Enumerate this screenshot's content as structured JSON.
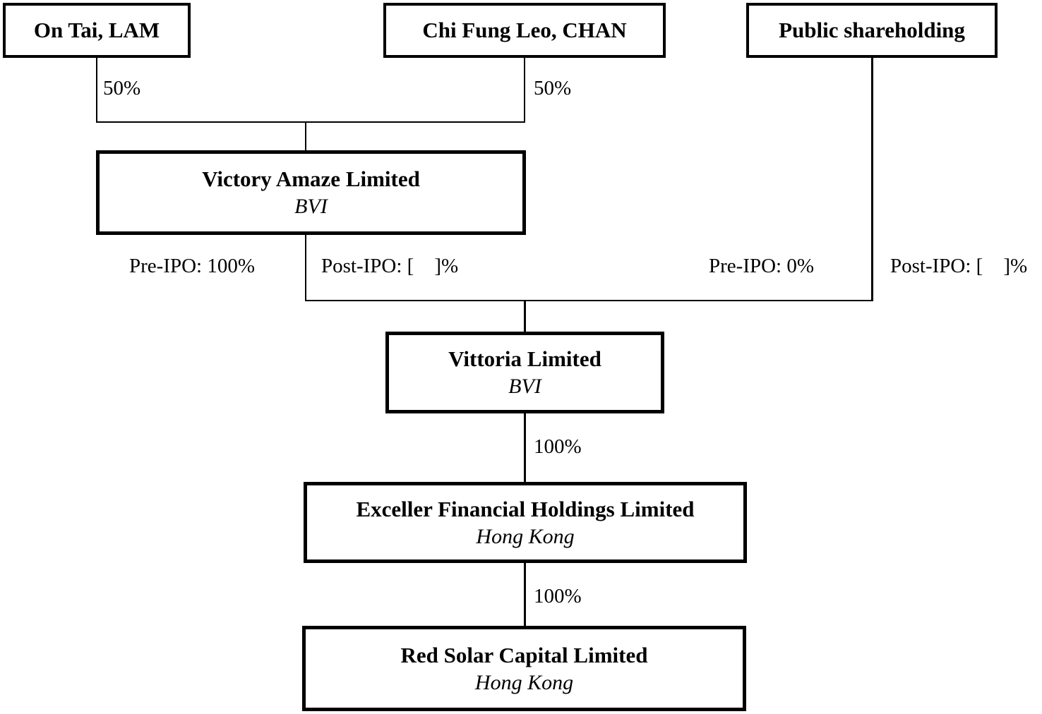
{
  "diagram": {
    "nodes": [
      {
        "id": "on_tai_lam",
        "label": "On Tai, LAM"
      },
      {
        "id": "chi_fung_leo_chan",
        "label": "Chi Fung Leo, CHAN"
      },
      {
        "id": "public_shareholding",
        "label": "Public shareholding"
      },
      {
        "id": "victory_amaze",
        "label": "Victory Amaze Limited",
        "jurisdiction": "BVI"
      },
      {
        "id": "vittoria",
        "label": "Vittoria Limited",
        "jurisdiction": "BVI"
      },
      {
        "id": "exceller_financial",
        "label": "Exceller Financial Holdings Limited",
        "jurisdiction": "Hong Kong"
      },
      {
        "id": "red_solar_capital",
        "label": "Red Solar Capital Limited",
        "jurisdiction": "Hong Kong"
      }
    ],
    "labels": {
      "lam_stake": "50%",
      "chan_stake": "50%",
      "victory_pre_ipo": "Pre-IPO: 100%",
      "victory_post_ipo": "Post-IPO: [    ]%",
      "public_pre_ipo": "Pre-IPO: 0%",
      "public_post_ipo": "Post-IPO: [    ]%",
      "vittoria_stake": "100%",
      "exceller_stake": "100%"
    },
    "edges": [
      {
        "from": "On Tai, LAM",
        "to": "Victory Amaze Limited",
        "label": "50%"
      },
      {
        "from": "Chi Fung Leo, CHAN",
        "to": "Victory Amaze Limited",
        "label": "50%"
      },
      {
        "from": "Victory Amaze Limited",
        "to": "Vittoria Limited",
        "label": "Pre-IPO: 100%, Post-IPO: [    ]%"
      },
      {
        "from": "Public shareholding",
        "to": "Vittoria Limited",
        "label": "Pre-IPO: 0%, Post-IPO: [    ]%"
      },
      {
        "from": "Vittoria Limited",
        "to": "Exceller Financial Holdings Limited",
        "label": "100%"
      },
      {
        "from": "Exceller Financial Holdings Limited",
        "to": "Red Solar Capital Limited",
        "label": "100%"
      }
    ],
    "colors": {
      "background": "#ffffff",
      "line": "#000000",
      "text": "#000000"
    }
  }
}
